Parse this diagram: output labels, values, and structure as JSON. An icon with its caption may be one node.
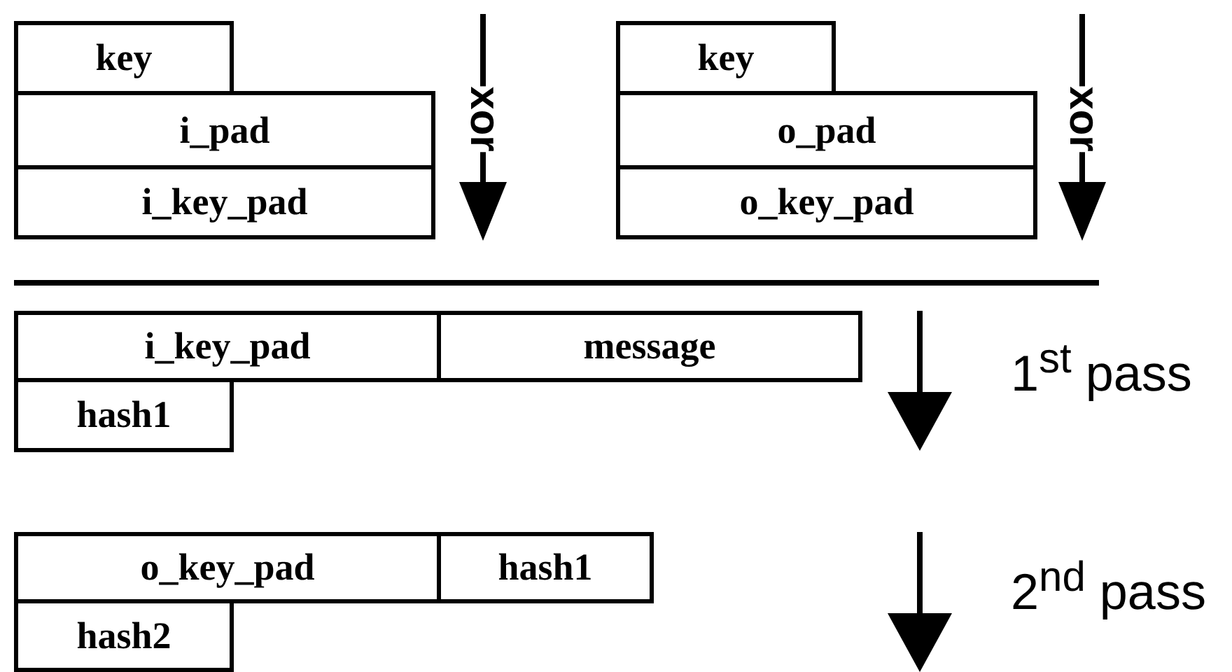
{
  "diagram": {
    "nodes": [
      {
        "text": [
          "key"
        ]
      },
      {
        "text": [
          "i_pad"
        ]
      },
      {
        "text": [
          "i_key_pad"
        ]
      },
      {
        "text": [
          "key"
        ]
      },
      {
        "text": [
          "o_pad"
        ]
      },
      {
        "text": [
          "o_key_pad"
        ]
      },
      {
        "text": [
          "i_key_pad"
        ]
      },
      {
        "text": [
          "message"
        ]
      },
      {
        "text": [
          "hash1"
        ]
      },
      {
        "text": [
          "o_key_pad"
        ]
      },
      {
        "text": [
          "hash1"
        ]
      },
      {
        "text": [
          "hash2"
        ]
      }
    ],
    "labels": [
      "xor",
      "xor",
      "1$^{st}$ pass",
      "2$^{nd}$ pass"
    ]
  }
}
